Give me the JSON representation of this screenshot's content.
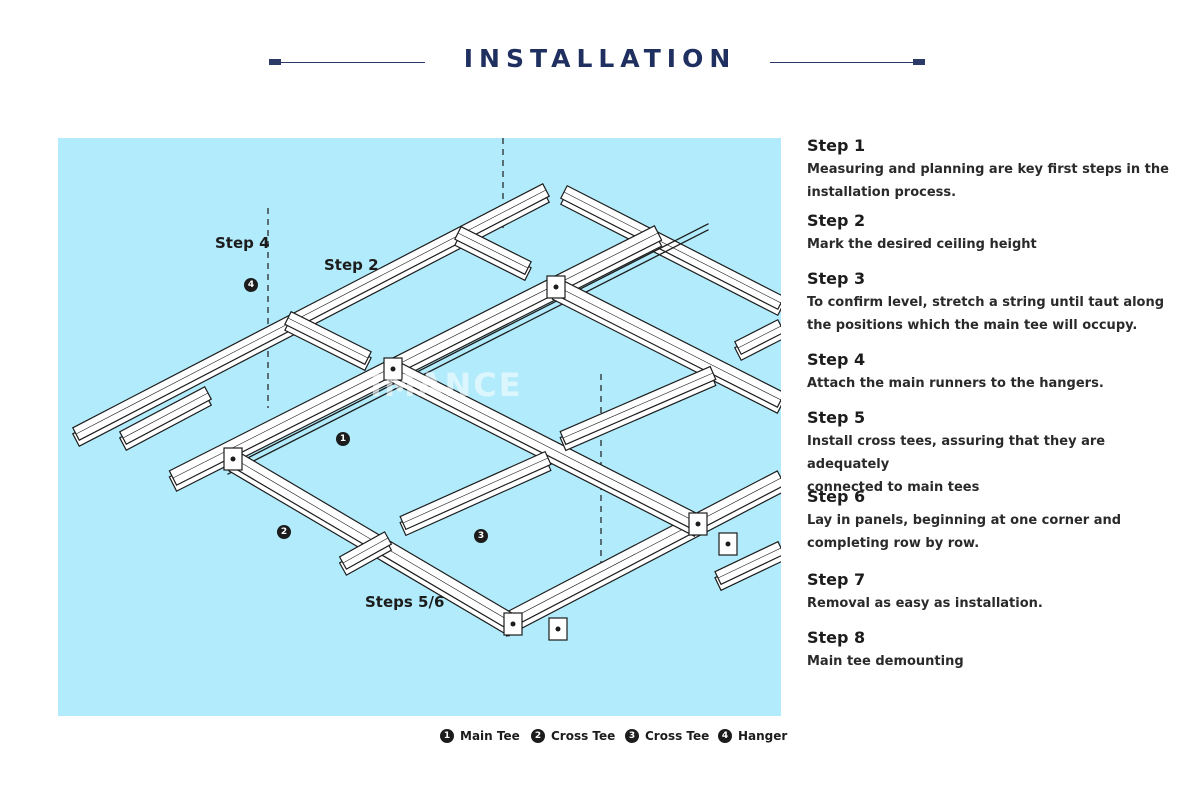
{
  "header": {
    "title": "INSTALLATION"
  },
  "diagram": {
    "labels": {
      "step4": "Step 4",
      "step2": "Step 2",
      "steps56": "Steps 5/6"
    },
    "markers": [
      "1",
      "2",
      "3",
      "4"
    ],
    "watermark": "IMANCE",
    "colors": {
      "background": "#b2ebfb",
      "rail_fill": "#ffffff",
      "rail_stroke": "#1c1c1c",
      "accent": "#1f3060"
    }
  },
  "legend": [
    {
      "marker": "1",
      "label": "Main Tee"
    },
    {
      "marker": "2",
      "label": "Cross Tee"
    },
    {
      "marker": "3",
      "label": "Cross Tee"
    },
    {
      "marker": "4",
      "label": "Hanger"
    }
  ],
  "steps": [
    {
      "title": "Step 1",
      "lines": [
        "Measuring and planning are key first steps in the",
        "installation process."
      ]
    },
    {
      "title": "Step 2",
      "lines": [
        "Mark the desired ceiling height"
      ]
    },
    {
      "title": "Step 3",
      "lines": [
        "To confirm level, stretch a string until taut along",
        "the positions which the main tee will occupy."
      ]
    },
    {
      "title": "Step 4",
      "lines": [
        "Attach the main runners to the hangers."
      ]
    },
    {
      "title": "Step 5",
      "lines": [
        "Install cross tees, assuring that they are adequately",
        "connected to main tees"
      ]
    },
    {
      "title": "Step 6",
      "lines": [
        "Lay in panels, beginning at one corner and",
        "completing row by row."
      ]
    },
    {
      "title": "Step 7",
      "lines": [
        "Removal as easy as installation."
      ]
    },
    {
      "title": "Step 8",
      "lines": [
        "Main tee demounting"
      ]
    }
  ]
}
